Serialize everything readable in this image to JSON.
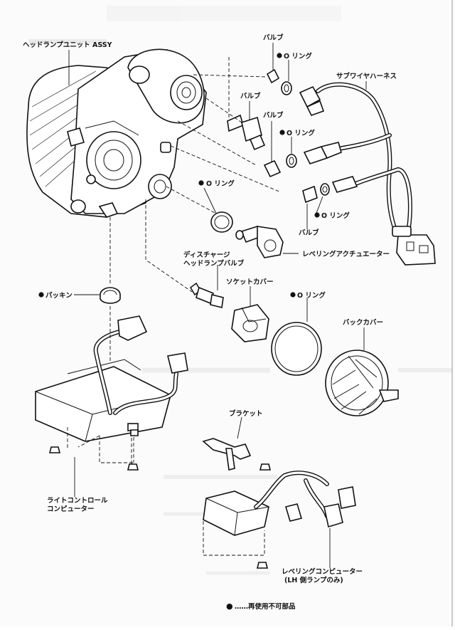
{
  "labels": {
    "headlamp_unit": "ヘッドランプユニット ASSY",
    "bulb_top": "バルブ",
    "o_ring_top": "O リング",
    "sub_wire_harness": "サブワイヤハーネス",
    "bulb_mid_left": "バルブ",
    "bulb_mid": "バルブ",
    "o_ring_mid": "O リング",
    "o_ring_left": "O リング",
    "o_ring_lower": "O リング",
    "bulb_lower": "バルブ",
    "leveling_actuator": "レベリングアクチュエーター",
    "discharge_bulb_line1": "ディスチャージ",
    "discharge_bulb_line2": "ヘッドランプバルブ",
    "packing": "パッキン",
    "socket_cover": "ソケットカバー",
    "o_ring_socket": "O リング",
    "back_cover": "バックカバー",
    "bracket": "ブラケット",
    "light_control_line1": "ライトコントロール",
    "light_control_line2": "コンピューター",
    "leveling_computer_line1": "レベリングコンピューター",
    "leveling_computer_line2": "(LH 側ランプのみ)"
  },
  "legend": {
    "marker": "●",
    "text": "……再使用不可部品"
  },
  "colors": {
    "ink": "#111111",
    "paper": "#fbfbfb",
    "ghost_text": "#c8c8c8"
  }
}
